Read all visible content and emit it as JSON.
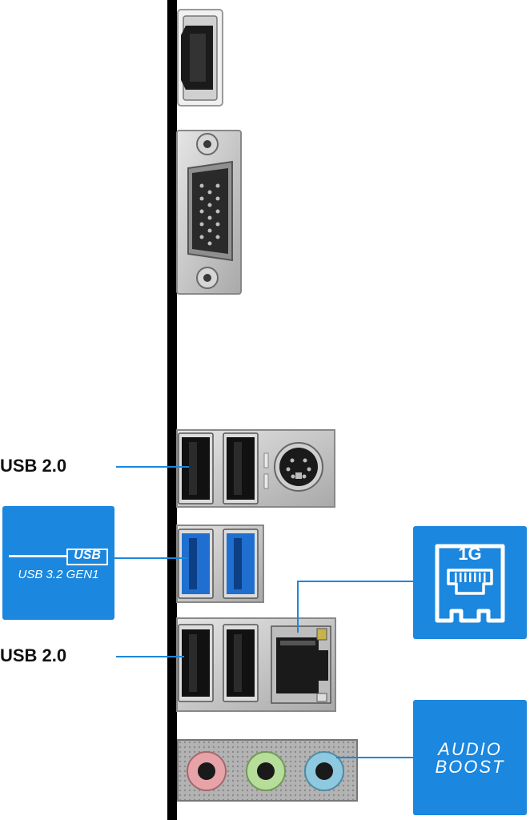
{
  "labels": {
    "usb20_top": "USB 2.0",
    "usb20_bottom": "USB 2.0"
  },
  "badges": {
    "usb_logo": "USB",
    "usb32_text": "USB 3.2 GEN1",
    "lan_text": "1G",
    "audio_line1": "AUDIO",
    "audio_line2": "BOOST"
  },
  "colors": {
    "accent_blue": "#1b87de",
    "usb3_blue": "#1f6fd0",
    "audio_pink": "#e8a3a8",
    "audio_green": "#b6dd9a",
    "audio_blue": "#8ec9e0",
    "panel_silver": "#c9c9c9",
    "board_black": "#000000"
  },
  "icons": [
    "hdmi-port-icon",
    "vga-port-icon",
    "usb-port-icon",
    "ps2-port-icon",
    "ethernet-port-icon",
    "audio-jack-icon"
  ]
}
